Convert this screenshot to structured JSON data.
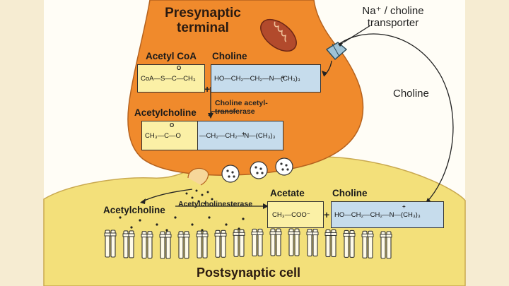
{
  "labels": {
    "presynaptic_line1": "Presynaptic",
    "presynaptic_line2": "terminal",
    "transporter_line1": "Na⁺ / choline",
    "transporter_line2": "transporter",
    "choline_side": "Choline",
    "acetyl_coa": "Acetyl CoA",
    "choline_top": "Choline",
    "enzyme_cat_line1": "Choline acetyl-",
    "enzyme_cat_line2": "transferase",
    "acetylcholine_top": "Acetylcholine",
    "acetylcholine_cleft": "Acetylcholine",
    "enzyme_ache": "Acetylcholinesterase",
    "acetate": "Acetate",
    "choline_bottom": "Choline",
    "postsynaptic": "Postsynaptic cell",
    "plus": "+"
  },
  "formulas": {
    "acetyl_coa": "CoA—S—C—CH₃",
    "choline": "HO—CH₂—CH₂—N—(CH₃)₃",
    "acetylcholine_left": "CH₃—C—O",
    "acetylcholine_right": "—CH₂—CH₂—N—(CH₃)₃",
    "acetate": "CH₃—COO⁻",
    "choline_bottom": "HO—CH₂—CH₂—N—(CH₃)₃",
    "carbonyl_o": "O",
    "n_charge": "+"
  },
  "colors": {
    "background": "#f6ecd2",
    "presynaptic_fill": "#f08a2c",
    "postsynaptic_fill": "#f3e07a",
    "yellow_box": "#fbf0a6",
    "blue_box": "#c6dcec",
    "mitochondrion": "#b24a2c",
    "transporter": "#9fc3d6"
  }
}
